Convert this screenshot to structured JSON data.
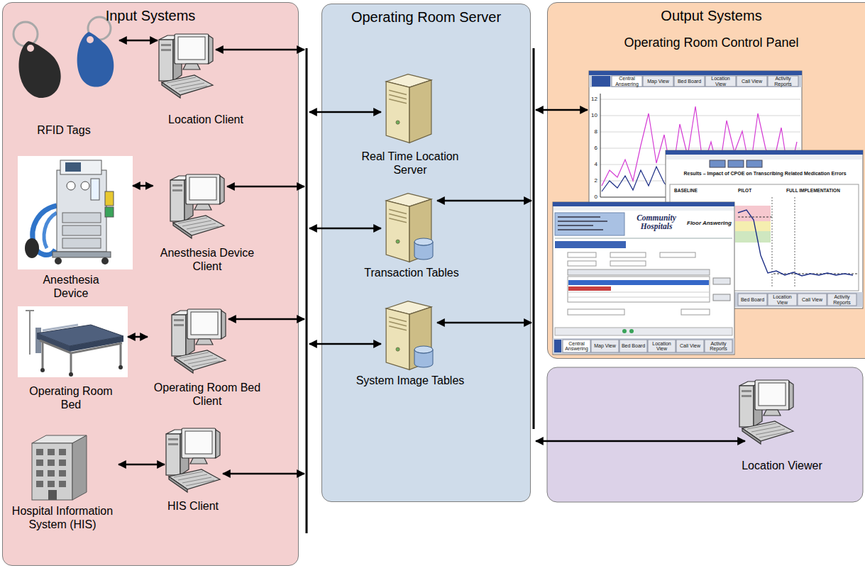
{
  "diagram": {
    "nodes": [
      {
        "text": [
          "Input Systems"
        ]
      },
      {
        "text": [
          "RFID Tags"
        ],
        "in": 0
      },
      {
        "text": [
          "Location Client"
        ],
        "in": 0
      },
      {
        "text": [
          "Anesthesia Device"
        ],
        "in": 0
      },
      {
        "text": [
          "Anesthesia Device Client"
        ],
        "in": 0
      },
      {
        "text": [
          "Operating Room Bed"
        ],
        "in": 0
      },
      {
        "text": [
          "Operating Room Bed Client"
        ],
        "in": 0
      },
      {
        "text": [
          "Hospital Information System (HIS)"
        ],
        "in": 0
      },
      {
        "text": [
          "HIS Client"
        ],
        "in": 0
      },
      {
        "text": [
          "Operating Room Server"
        ]
      },
      {
        "text": [
          "Real Time Location Server"
        ],
        "in": 9
      },
      {
        "text": [
          "Transaction Tables"
        ],
        "in": 9
      },
      {
        "text": [
          "System Image Tables"
        ],
        "in": 9
      },
      {
        "text": [
          "Output Systems",
          "Operating Room Control Panel"
        ]
      },
      {
        "text": [
          "Location Viewer"
        ]
      }
    ],
    "edges": [
      {
        "from": 1,
        "to": 2,
        "arrow": "both"
      },
      {
        "from": 3,
        "to": 4,
        "arrow": "both"
      },
      {
        "from": 5,
        "to": 6,
        "arrow": "both"
      },
      {
        "from": 7,
        "to": 8,
        "arrow": "both"
      }
    ],
    "labels": [
      "12",
      "10",
      "8",
      "6",
      "4",
      "2",
      "0",
      "Central Answering",
      "Map View",
      "Bed Board",
      "Location View",
      "Call View",
      "Activity Reports",
      "Results – Impact of CPOE on Transcribing Related Medication Errors",
      "BASELINE",
      "PILOT",
      "FULL IMPLEMENTATION",
      "Bed Board",
      "Location View",
      "Call View",
      "Activity Reports",
      "Community Hospitals",
      "Floor Answering",
      "Central Answering",
      "Map View",
      "Bed Board",
      "Location View",
      "Call View",
      "Activity Reports"
    ]
  }
}
